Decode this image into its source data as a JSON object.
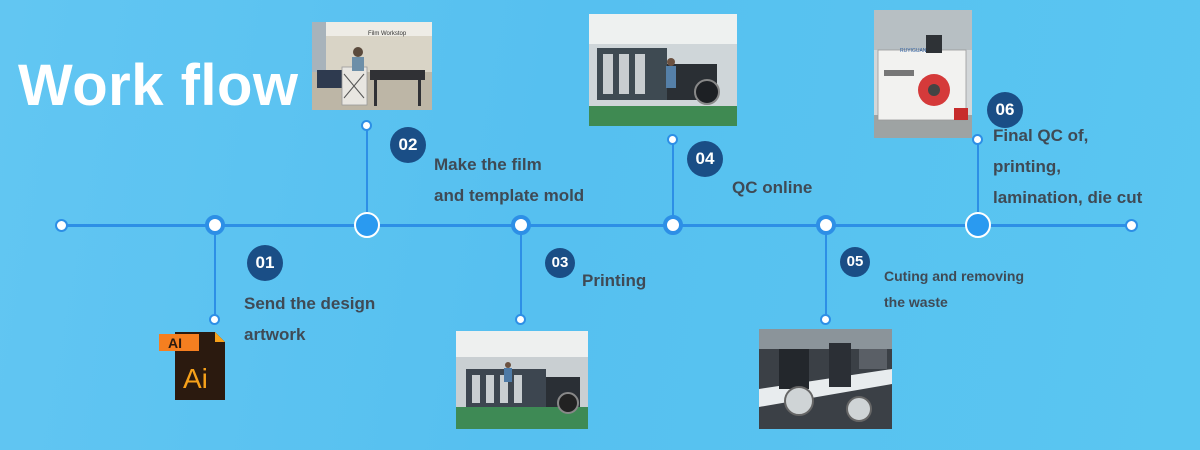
{
  "header": {
    "title": "Work flow"
  },
  "steps": [
    {
      "number": "01",
      "lines": [
        "Send the design",
        "artwork"
      ]
    },
    {
      "number": "02",
      "lines": [
        "Make the film",
        "and template mold"
      ]
    },
    {
      "number": "03",
      "lines": [
        "Printing"
      ]
    },
    {
      "number": "04",
      "lines": [
        "QC online"
      ]
    },
    {
      "number": "05",
      "lines": [
        "Cuting and removing",
        "the waste"
      ]
    },
    {
      "number": "06",
      "lines": [
        "Final QC of,",
        "printing,",
        "lamination, die cut"
      ]
    }
  ],
  "icons": {
    "ai_icon_label_top": "AI",
    "ai_icon_label_main": "Ai"
  },
  "photos": {
    "film_workshop_sign": "Film Workstop",
    "machine_brand": "RUYIGUAN"
  },
  "colors": {
    "background": "#5ac4f1",
    "timeline": "#2d8fe6",
    "badge": "#1a4e86",
    "step_text": "#3f4a55"
  }
}
